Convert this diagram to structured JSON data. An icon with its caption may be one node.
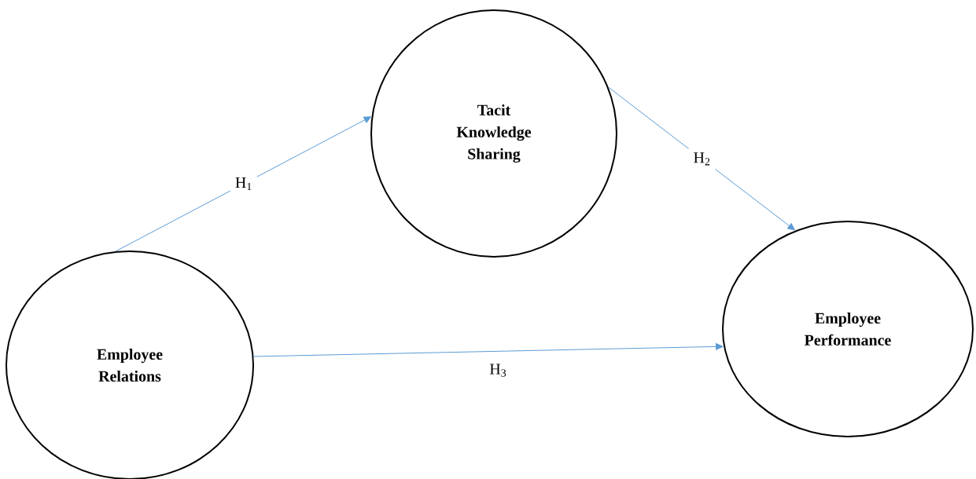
{
  "diagram": {
    "nodes": [
      {
        "text": [
          "Tacit Knowledge Sharing"
        ]
      },
      {
        "text": [
          "Employee Relations"
        ]
      },
      {
        "text": [
          "Employee Performance"
        ]
      }
    ],
    "edges": [
      {
        "from": 1,
        "to": 0,
        "arrow": "to",
        "label": "H$_{1}$"
      },
      {
        "from": 0,
        "to": 2,
        "arrow": "to",
        "label": "H$_{2}$"
      },
      {
        "from": 1,
        "to": 2,
        "arrow": "to",
        "label": "H$_{3}$"
      }
    ]
  }
}
